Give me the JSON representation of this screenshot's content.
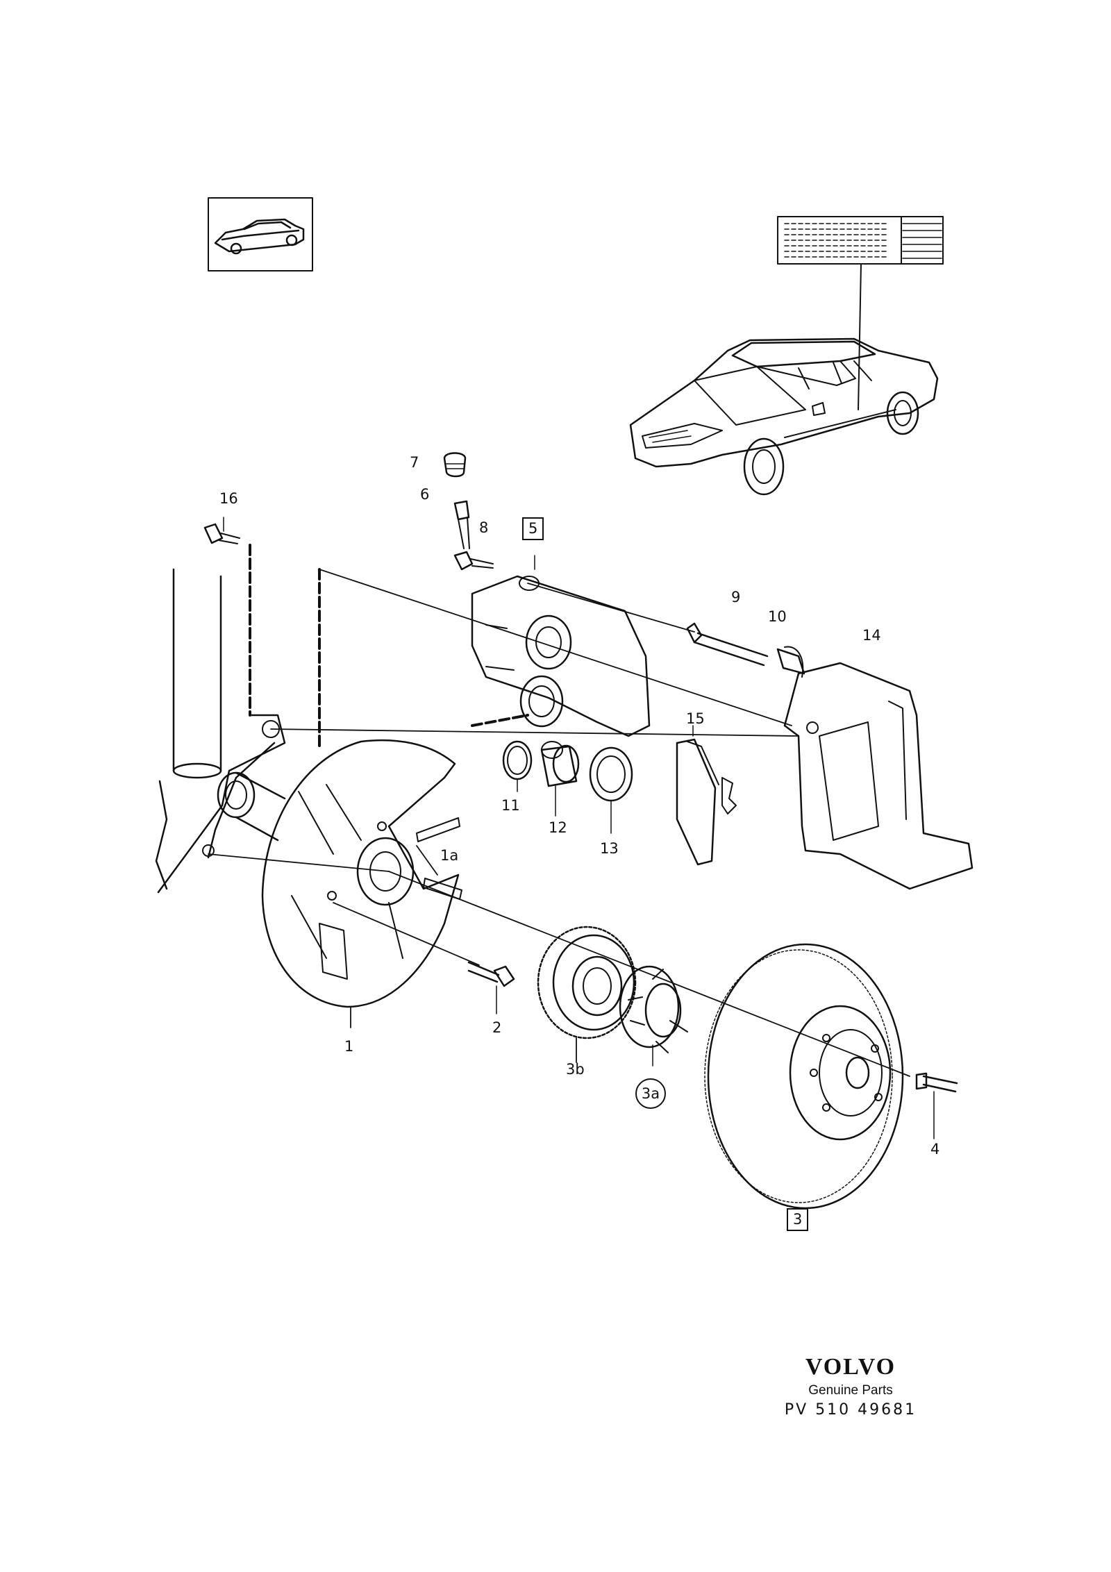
{
  "diagram": {
    "callouts": {
      "c1": "1",
      "c1a": "1a",
      "c2": "2",
      "c3": "3",
      "c3a": "3a",
      "c3b": "3b",
      "c4": "4",
      "c5": "5",
      "c6": "6",
      "c7": "7",
      "c8": "8",
      "c9": "9",
      "c10": "10",
      "c11": "11",
      "c12": "12",
      "c13": "13",
      "c14": "14",
      "c15": "15",
      "c16": "16"
    }
  },
  "brand": {
    "logo": "VOLVO",
    "subtitle": "Genuine Parts",
    "code": "PV 510 49681"
  }
}
